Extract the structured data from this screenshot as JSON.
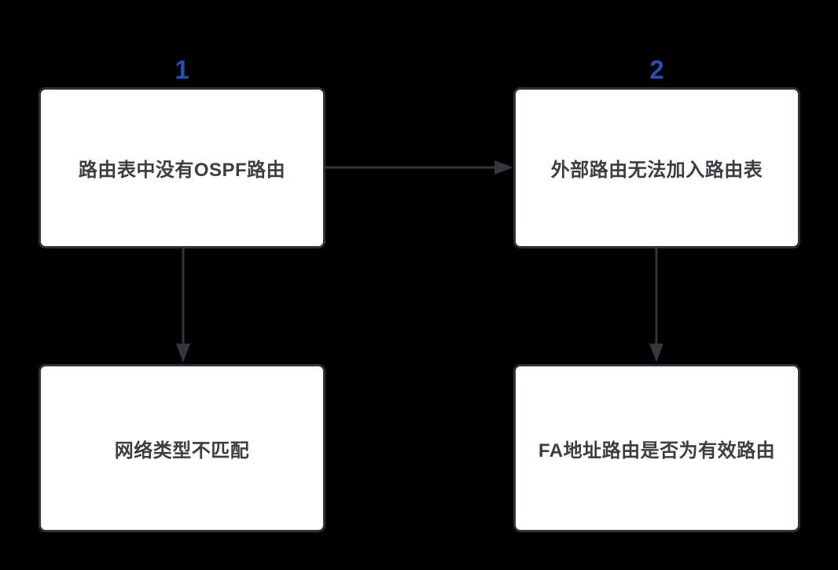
{
  "diagram": {
    "type": "flowchart",
    "background_color": "#000000",
    "node_fill_color": "#ffffff",
    "node_border_color": "#2b333d",
    "node_text_color": "#3b3e41",
    "arrow_color": "#33373d",
    "badge_color": "#2b4db4",
    "nodes": [
      {
        "id": "node1",
        "badge": "1",
        "label": "路由表中没有OSPF路由"
      },
      {
        "id": "node2",
        "badge": "2",
        "label": "外部路由无法加入路由表"
      },
      {
        "id": "node3",
        "label": "网络类型不匹配"
      },
      {
        "id": "node4",
        "label": "FA地址路由是否为有效路由"
      }
    ],
    "edges": [
      {
        "from": "node1",
        "to": "node2",
        "direction": "right"
      },
      {
        "from": "node1",
        "to": "node3",
        "direction": "down"
      },
      {
        "from": "node2",
        "to": "node4",
        "direction": "down"
      }
    ]
  }
}
